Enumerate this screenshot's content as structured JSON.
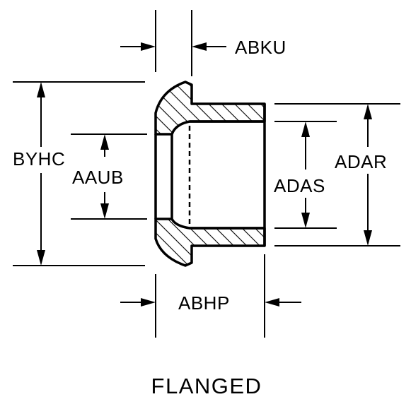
{
  "labels": {
    "abku": "ABKU",
    "byhc": "BYHC",
    "aaub": "AAUB",
    "adas": "ADAS",
    "adar": "ADAR",
    "abhp": "ABHP"
  },
  "caption": "FLANGED"
}
